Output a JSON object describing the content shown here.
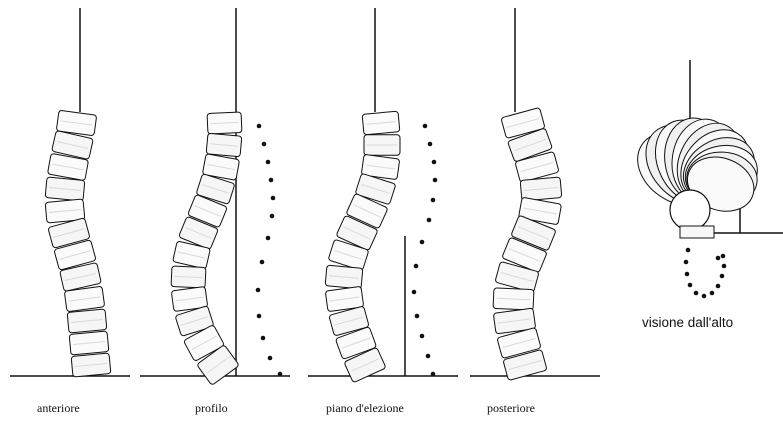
{
  "panels": [
    {
      "id": "anterior",
      "caption": "anteriore"
    },
    {
      "id": "profile",
      "caption": "profilo"
    },
    {
      "id": "elective-plane",
      "caption": "piano d'elezione"
    },
    {
      "id": "posterior",
      "caption": "posteriore"
    },
    {
      "id": "top-view",
      "caption": "visione dall'alto"
    }
  ],
  "colors": {
    "ink": "#111111",
    "vertebra_fill": "#f6f6f6",
    "vertebra_shade": "#d9d9d9"
  }
}
